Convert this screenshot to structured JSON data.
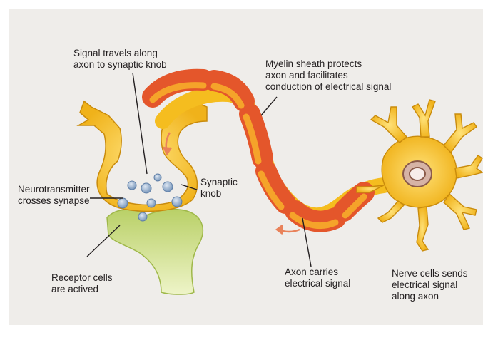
{
  "diagram": {
    "labels": {
      "signal_travels": "Signal travels along\naxon to synaptic knob",
      "myelin": "Myelin sheath protects\naxon and facilitates\nconduction of electrical signal",
      "neurotransmitter": "Neurotransmitter\ncrosses synapse",
      "synaptic_knob": "Synaptic\nknob",
      "receptor": "Receptor cells\nare actived",
      "axon_carries": "Axon carries\nelectrical signal",
      "nerve_cells": "Nerve cells sends\nelectrical signal\nalong axon"
    },
    "colors": {
      "background": "#efedea",
      "axon_yellow": "#f5bd1f",
      "myelin_orange": "#e4562b",
      "receptor_green": "#cfe08a",
      "vesicle_blue": "#9bb3cf",
      "arrow_orange": "#e9825a"
    }
  }
}
